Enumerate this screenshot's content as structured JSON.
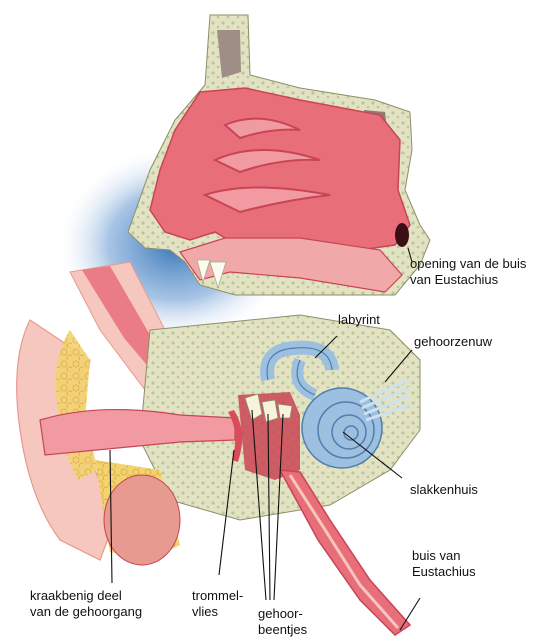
{
  "labels": {
    "opening": "opening van de buis\nvan Eustachius",
    "labyrint": "labyrint",
    "gehoorzenuw": "gehoorzenuw",
    "slakkenhuis": "slakkenhuis",
    "buis": "buis van\nEustachius",
    "kraakbenig": "kraakbenig deel\nvan de gehoorgang",
    "trommelvlies": "trommel-\nvlies",
    "gehoorbeentjes": "gehoor-\nbeentjes"
  },
  "colors": {
    "skin": "#f6c7bf",
    "skin_dark": "#e79a8f",
    "mucosa": "#e86f7a",
    "mucosa_dark": "#c94455",
    "bone": "#e3e3c4",
    "bone_spots": "#b9c79a",
    "labyrinth": "#9dbfe0",
    "labyrinth_dark": "#4f7fad",
    "fat": "#f3d36f",
    "leader_line": "#111111"
  }
}
